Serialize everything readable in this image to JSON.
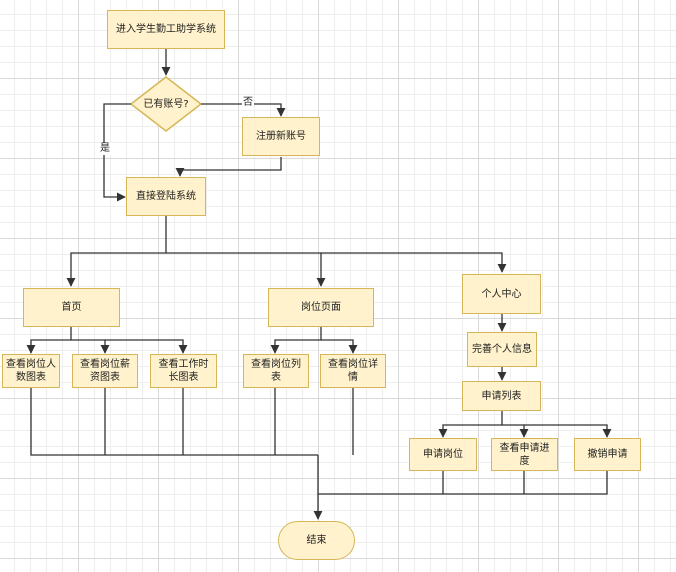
{
  "nodes": {
    "enter": "进入学生勤工助学系统",
    "decision": "已有账号?",
    "register": "注册新账号",
    "login": "直接登陆系统",
    "home": "首页",
    "jobs": "岗位页面",
    "personal": "个人中心",
    "chart_people": "查看岗位人数图表",
    "chart_salary": "查看岗位薪资图表",
    "chart_hours": "查看工作时长图表",
    "job_list": "查看岗位列表",
    "job_detail": "查看岗位详情",
    "profile": "完善个人信息",
    "apply_list": "申请列表",
    "apply_job": "申请岗位",
    "apply_progress": "查看申请进度",
    "cancel_apply": "撤销申请",
    "end": "结束"
  },
  "edge_labels": {
    "no": "否",
    "yes": "是"
  },
  "colors": {
    "fill": "#fff2cc",
    "stroke": "#d6b656",
    "line": "#333333"
  }
}
